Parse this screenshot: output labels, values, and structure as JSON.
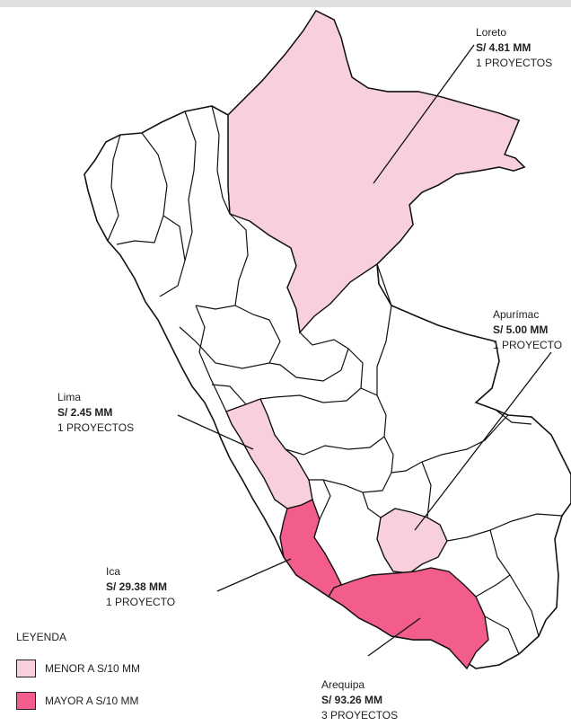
{
  "colors": {
    "low": "#f8d0dc",
    "high": "#f35d8b",
    "border": "#111111",
    "base": "#ffffff"
  },
  "regions": [
    {
      "name": "Loreto",
      "amount": "S/ 4.81 MM",
      "projects": "1 PROYECTOS",
      "level": "low"
    },
    {
      "name": "Apurímac",
      "amount": "S/ 5.00 MM",
      "projects": "1 PROYECTO",
      "level": "low"
    },
    {
      "name": "Lima",
      "amount": "S/ 2.45 MM",
      "projects": "1 PROYECTOS",
      "level": "low"
    },
    {
      "name": "Ica",
      "amount": "S/ 29.38 MM",
      "projects": "1 PROYECTO",
      "level": "high"
    },
    {
      "name": "Arequipa",
      "amount": "S/ 93.26 MM",
      "projects": "3 PROYECTOS",
      "level": "high"
    }
  ],
  "legend": {
    "title": "LEYENDA",
    "items": [
      {
        "label": "MENOR A S/10 MM",
        "level": "low"
      },
      {
        "label": "MAYOR A S/10 MM",
        "level": "high"
      }
    ]
  }
}
